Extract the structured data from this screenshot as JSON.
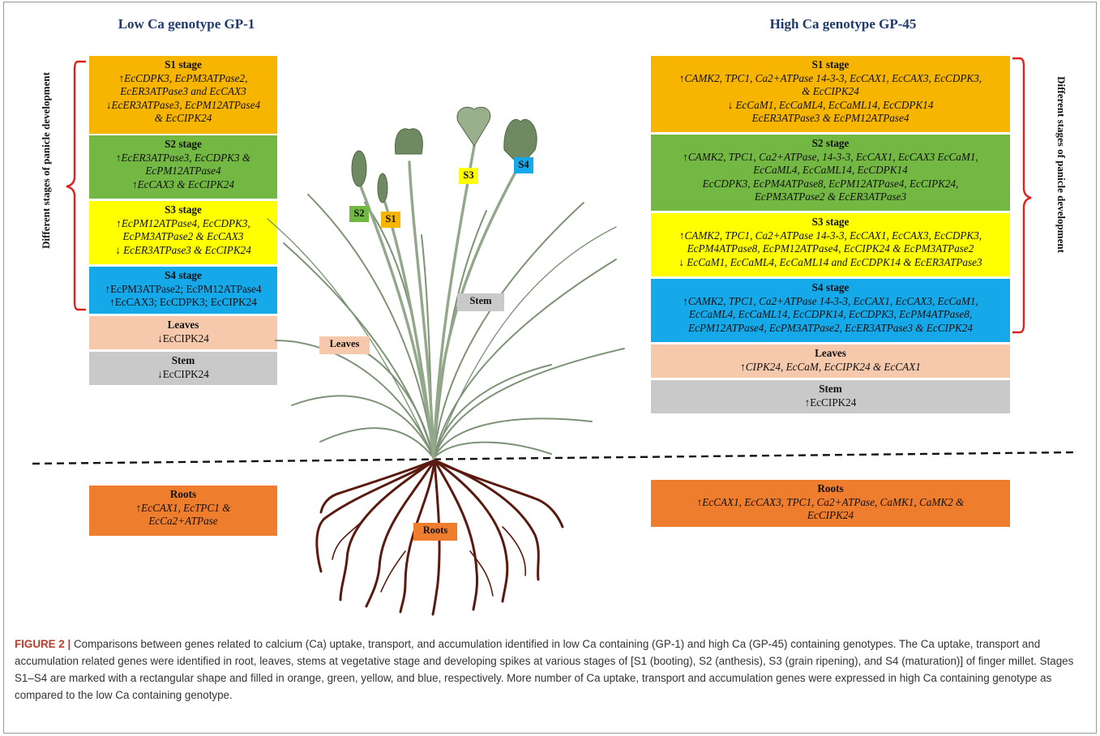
{
  "left": {
    "title": "Low Ca genotype GP-1",
    "side_label": "Different stages of panicle development",
    "boxes": {
      "s1": {
        "head": "S1 stage",
        "text": "↑EcCDPK3, EcPM3ATPase2,\nEcER3ATPase3 and EcCAX3\n↓EcER3ATPase3, EcPM12ATPase4\n& EcCIPK24"
      },
      "s2": {
        "head": "S2 stage",
        "text": "↑EcER3ATPase3, EcCDPK3 &\nEcPM12ATPase4\n↑EcCAX3 & EcCIPK24"
      },
      "s3": {
        "head": "S3 stage",
        "text": "↑EcPM12ATPase4, EcCDPK3,\nEcPM3ATPase2 & EcCAX3\n↓ EcER3ATPase3 & EcCIPK24"
      },
      "s4": {
        "head": "S4 stage",
        "text": "↑EcPM3ATPase2; EcPM12ATPase4\n↑EcCAX3; EcCDPK3; EcCIPK24"
      },
      "leaves": {
        "head": "Leaves",
        "text": "↓EcCIPK24"
      },
      "stem": {
        "head": "Stem",
        "text": "↓EcCIPK24"
      },
      "roots": {
        "head": "Roots",
        "text": "↑EcCAX1, EcTPC1 &\nEcCa2+ATPase"
      }
    }
  },
  "right": {
    "title": "High Ca genotype GP-45",
    "side_label": "Different stages of panicle development",
    "boxes": {
      "s1": {
        "head": "S1 stage",
        "text": "↑CAMK2, TPC1, Ca2+ATPase 14-3-3, EcCAX1, EcCAX3, EcCDPK3,\n& EcCIPK24\n↓ EcCaM1, EcCaML4, EcCaML14, EcCDPK14\nEcER3ATPase3 & EcPM12ATPase4"
      },
      "s2": {
        "head": "S2 stage",
        "text": "↑CAMK2, TPC1, Ca2+ATPase, 14-3-3, EcCAX1, EcCAX3 EcCaM1,\nEcCaML4, EcCaML14, EcCDPK14\nEcCDPK3, EcPM4ATPase8, EcPM12ATPase4, EcCIPK24,\nEcPM3ATPase2 & EcER3ATPase3"
      },
      "s3": {
        "head": "S3 stage",
        "text": "↑CAMK2, TPC1, Ca2+ATPase 14-3-3, EcCAX1, EcCAX3, EcCDPK3,\nEcPM4ATPase8, EcPM12ATPase4, EcCIPK24 & EcPM3ATPase2\n↓ EcCaM1, EcCaML4, EcCaML14 and EcCDPK14 & EcER3ATPase3"
      },
      "s4": {
        "head": "S4 stage",
        "text": "↑CAMK2, TPC1, Ca2+ATPase 14-3-3, EcCAX1, EcCAX3, EcCaM1,\nEcCaML4, EcCaML14, EcCDPK14, EcCDPK3, EcPM4ATPase8,\nEcPM12ATPase4, EcPM3ATPase2, EcER3ATPase3 & EcCIPK24"
      },
      "leaves": {
        "head": "Leaves",
        "text": "↑CIPK24, EcCaM, EcCIPK24 & EcCAX1"
      },
      "stem": {
        "head": "Stem",
        "text": "↑EcCIPK24"
      },
      "roots": {
        "head": "Roots",
        "text": "↑EcCAX1, EcCAX3, TPC1, Ca2+ATPase, CaMK1, CaMK2 &\nEcCIPK24"
      }
    }
  },
  "plant_tags": {
    "s1": "S1",
    "s2": "S2",
    "s3": "S3",
    "s4": "S4",
    "stem": "Stem",
    "leaves": "Leaves",
    "roots": "Roots"
  },
  "caption": {
    "label": "FIGURE 2 |",
    "text": " Comparisons between genes related to calcium (Ca) uptake, transport, and accumulation identified in low Ca containing (GP-1) and high Ca (GP-45) containing genotypes. The Ca uptake, transport and accumulation related genes were identified in root, leaves, stems at vegetative stage and developing spikes at various stages of [S1 (booting), S2 (anthesis), S3 (grain ripening), and S4 (maturation)] of finger millet. Stages S1–S4 are marked with a rectangular shape and filled in orange, green, yellow, and blue, respectively. More number of Ca uptake, transport and accumulation genes were expressed in high Ca containing genotype as compared to the low Ca containing genotype."
  },
  "colors": {
    "s1": "#f7b500",
    "s2": "#73b843",
    "s3": "#ffff00",
    "s4": "#16a9ea",
    "leaves": "#f6c9ad",
    "stem": "#c9c9c9",
    "roots": "#ef7d2e",
    "bracket": "#e0201c",
    "title": "#1f3a6b"
  }
}
